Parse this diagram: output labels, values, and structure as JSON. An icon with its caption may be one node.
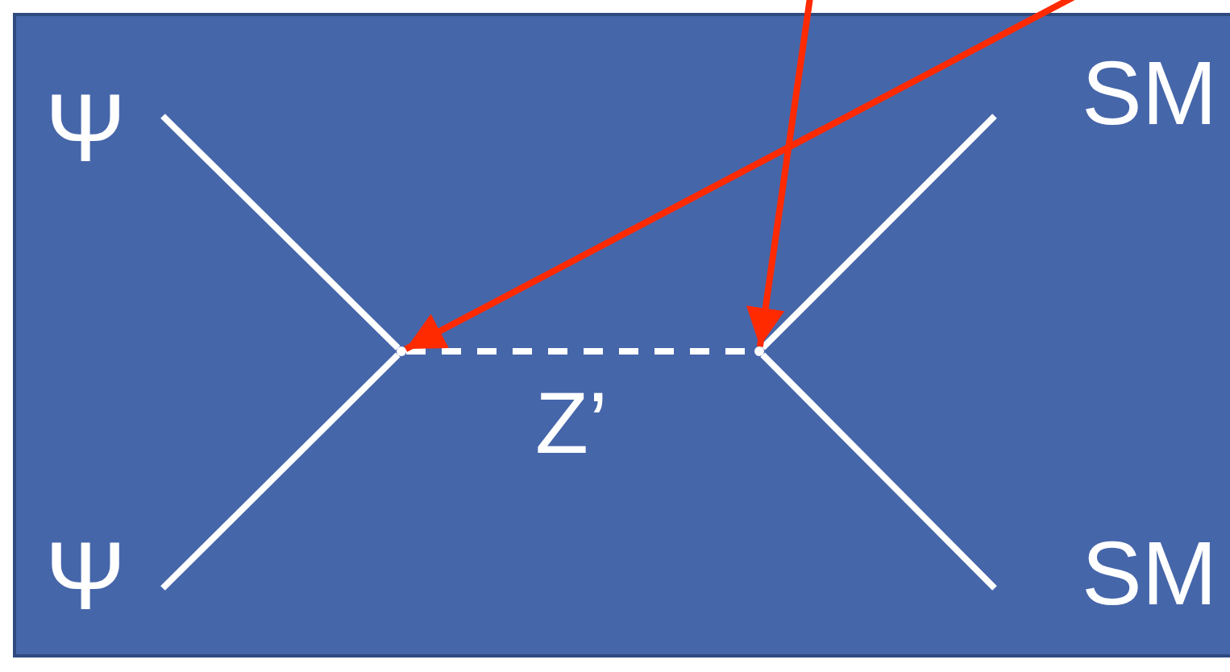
{
  "diagram": {
    "nodes": [
      {
        "text": [
          "Ψ"
        ]
      },
      {
        "text": [
          "Ψ"
        ]
      },
      {
        "text": [
          "SM"
        ]
      },
      {
        "text": [
          "SM"
        ]
      },
      {
        "text": [],
        "shape": "point"
      },
      {
        "text": [],
        "shape": "point"
      }
    ],
    "edges": [
      {
        "from": 0,
        "to": 4,
        "arrow": "none"
      },
      {
        "from": 1,
        "to": 4,
        "arrow": "none"
      },
      {
        "from": 4,
        "to": 5,
        "arrow": "none",
        "style": "dashed",
        "label": "Z’"
      },
      {
        "from": 5,
        "to": 2,
        "arrow": "none"
      },
      {
        "from": 5,
        "to": 3,
        "arrow": "none"
      },
      {
        "from": null,
        "to": 4,
        "arrow": "to",
        "color": "#ff2a00"
      },
      {
        "from": null,
        "to": 5,
        "arrow": "to",
        "color": "#ff2a00"
      }
    ]
  }
}
